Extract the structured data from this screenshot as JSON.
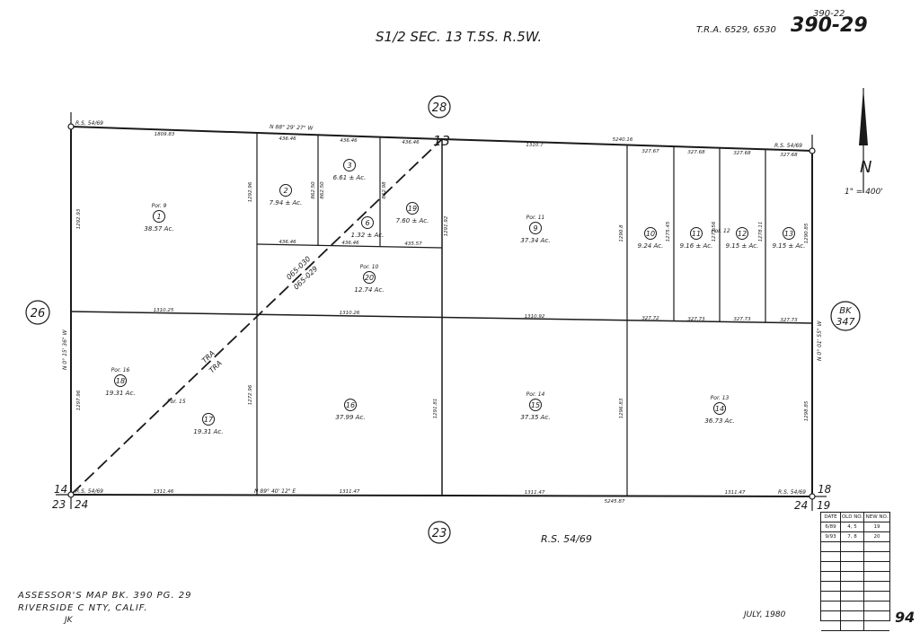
{
  "header": {
    "title": "S1/2 SEC. 13 T.5S. R.5W.",
    "tra_label": "T.R.A. 6529, 6530",
    "book_page_small": "390-22",
    "book_page": "390-29"
  },
  "scale": {
    "ratio": "1\" = 400'",
    "north": "N"
  },
  "section_labels": {
    "top": "13",
    "corner_nw_upper": "14",
    "corner_nw_lower": "23",
    "corner_nw_right": "24",
    "corner_ne_upper": "18",
    "corner_ne_lower": "19",
    "corner_ne_left": "24"
  },
  "circled_refs": {
    "top": "28",
    "left": "26",
    "bottom": "23",
    "right_line1": "BK",
    "right_line2": "347"
  },
  "survey_refs": {
    "rs_nw": "R.S. 54/69",
    "rs_ne": "R.S. 54/69",
    "rs_sw": "R.S. 54/69",
    "rs_se": "R.S. 54/69",
    "rs_bottom": "R.S. 54/69"
  },
  "bearings": {
    "north_line": "N 88° 29' 27\" W",
    "south_line": "N 89° 40' 12\" E",
    "west_line": "N 0° 15' 36\" W",
    "east_line": "N 0° 01' 55\" W"
  },
  "dimensions": {
    "top_w": "1809.83",
    "top_p2": "436.46",
    "top_p3": "436.46",
    "top_p19": "436.46",
    "top_mid": "1310.7",
    "top_total": "5240.16",
    "top_p10": "327.67",
    "top_p11": "327.68",
    "top_p12": "327.68",
    "top_p13": "327.68",
    "mid_w": "1310.25",
    "mid_c": "1310.26",
    "mid_r": "1310.92",
    "mid_p10": "327.72",
    "mid_p11": "327.73",
    "mid_p12": "327.73",
    "mid_p13": "327.73",
    "bot_w": "1311.46",
    "bot_c": "1311.47",
    "bot_r": "1311.47",
    "bot_total": "5245.87",
    "bot_e": "1311.47",
    "p10_top": "436.46",
    "p10_r": "435.57",
    "v_west_top": "1292.93",
    "v_west_bot": "1297.96",
    "v_p2": "1292.96",
    "v_p2b": "1272.96",
    "v_p3": "862.50",
    "v_p3b": "862.50",
    "v_p19": "862.98",
    "v_c": "1291.92",
    "v_cb": "1291.81",
    "v_p9": "1290.8",
    "v_p9b": "1296.83",
    "v_p10": "1275.45",
    "v_p11": "1272.56",
    "v_p12": "1278.11",
    "v_east_top": "1290.85",
    "v_east_bot": "1298.85"
  },
  "parcels": [
    {
      "num": "1",
      "por": "Por. 9",
      "area": "38.57 Ac."
    },
    {
      "num": "2",
      "por": "",
      "area": "7.94 ± Ac."
    },
    {
      "num": "3",
      "por": "",
      "area": "6.61 ± Ac."
    },
    {
      "num": "6",
      "por": "",
      "area": "1.32 ± Ac."
    },
    {
      "num": "19",
      "por": "",
      "area": "7.60 ± Ac."
    },
    {
      "num": "20",
      "por": "Por. 10",
      "area": "12.74 Ac."
    },
    {
      "num": "9",
      "por": "Por. 11",
      "area": "37.34 Ac."
    },
    {
      "num": "10",
      "por": "",
      "area": "9.24 Ac."
    },
    {
      "num": "11",
      "por": "Por. 12",
      "area": "9.16 ± Ac."
    },
    {
      "num": "12",
      "por": "",
      "area": "9.15 ± Ac."
    },
    {
      "num": "13",
      "por": "",
      "area": "9.15 ± Ac."
    },
    {
      "num": "18",
      "por": "Por. 16",
      "area": "19.31 Ac."
    },
    {
      "num": "17",
      "por": "",
      "area": "19.31 Ac."
    },
    {
      "num": "16",
      "por": "Por. 15",
      "area": "37.99 Ac."
    },
    {
      "num": "15",
      "por": "Por. 14",
      "area": "37.35 Ac."
    },
    {
      "num": "14",
      "por": "Por. 13",
      "area": "36.73 Ac."
    }
  ],
  "tra_line": {
    "label_a": "TRA",
    "label_b": "TRA",
    "code_a": "065-030",
    "code_b": "065-029"
  },
  "revision_table": {
    "headers": [
      "DATE",
      "OLD NO.",
      "NEW NO."
    ],
    "rows": [
      [
        "6/89",
        "4, 5",
        "19"
      ],
      [
        "9/93",
        "7, 8",
        "20"
      ]
    ]
  },
  "footer": {
    "line1": "ASSESSOR'S MAP BK. 390 PG. 29",
    "line2": "RIVERSIDE C NTY, CALIF.",
    "initials": "JK",
    "date": "JULY, 1980",
    "page_num": "94"
  }
}
